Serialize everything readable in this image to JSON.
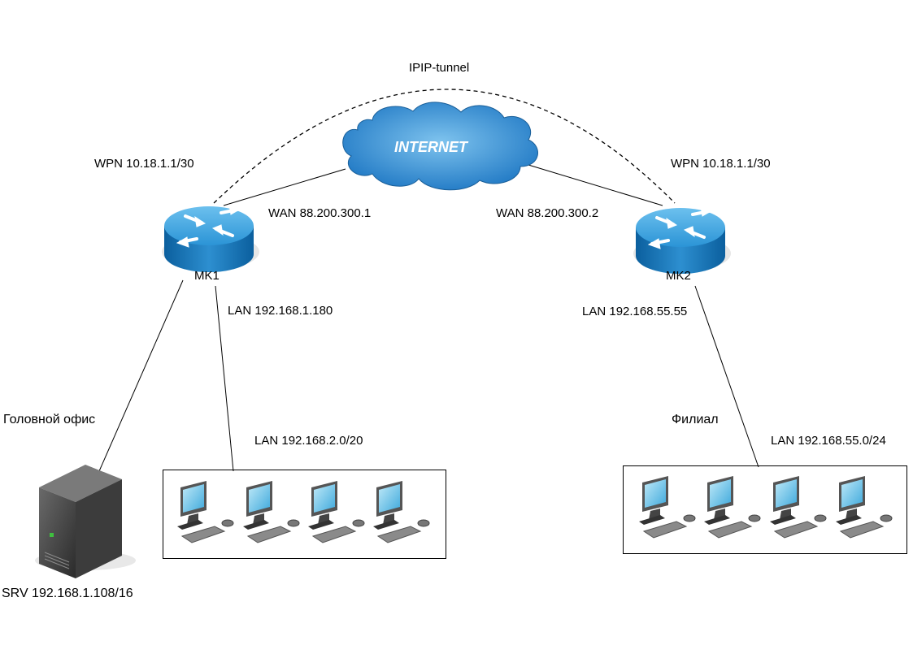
{
  "tunnel_label": "IPIP-tunnel",
  "internet_label": "INTERNET",
  "router_left": {
    "name": "MK1",
    "wpn": "WPN 10.18.1.1/30",
    "wan": "WAN 88.200.300.1",
    "lan": "LAN 192.168.1.180"
  },
  "router_right": {
    "name": "MK2",
    "wpn": "WPN 10.18.1.1/30",
    "wan": "WAN 88.200.300.2",
    "lan": "LAN 192.168.55.55"
  },
  "head_office": {
    "label": "Головной офис",
    "lan_net": "LAN 192.168.2.0/20",
    "server": "SRV 192.168.1.108/16",
    "workstations": 4
  },
  "branch": {
    "label": "Филиал",
    "lan_net": "LAN 192.168.55.0/24",
    "workstations": 4
  },
  "colors": {
    "router_top": "#3aa0d8",
    "router_side": "#0d6fb4",
    "cloud": "#3b8fcf",
    "screen": "#5fc0e8",
    "server": "#3a3a3a"
  }
}
